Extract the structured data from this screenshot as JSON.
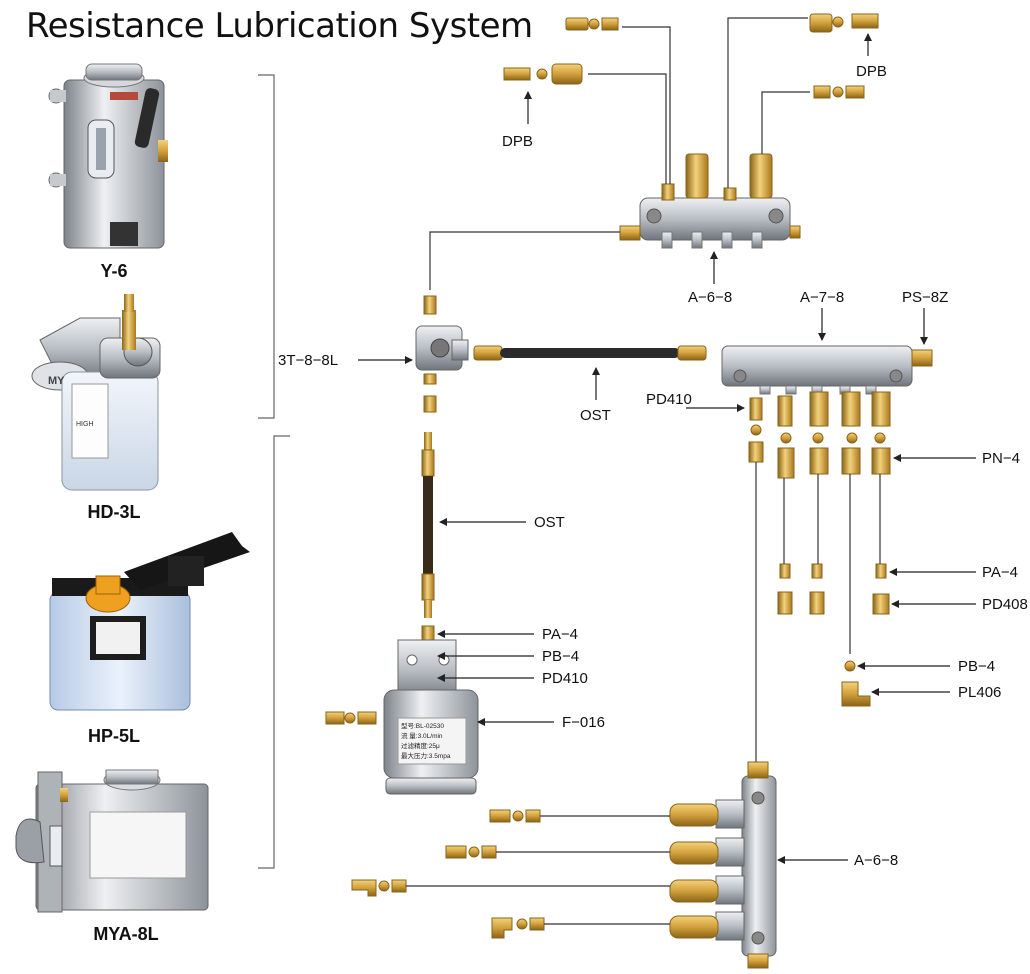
{
  "title": "Resistance Lubrication System",
  "pumps": [
    {
      "id": "y6",
      "label": "Y-6"
    },
    {
      "id": "hd3l",
      "label": "HD-3L",
      "panel_text": [
        "MY",
        "HIGH"
      ]
    },
    {
      "id": "hp5l",
      "label": "HP-5L"
    },
    {
      "id": "mya8l",
      "label": "MYA-8L"
    }
  ],
  "filter_plate": {
    "lines": [
      "型号:BL-02530",
      "流 量:3.0L/min",
      "过滤精度:25μ",
      "最大压力:3.5mpa"
    ]
  },
  "callouts": {
    "dpb_left": "DPB",
    "dpb_right": "DPB",
    "a68_top": "A−6−8",
    "a78": "A−7−8",
    "ps8z": "PS−8Z",
    "tee": "3T−8−8L",
    "ost_horizontal": "OST",
    "pd410_right": "PD410",
    "pn4": "PN−4",
    "ost_vertical": "OST",
    "pa4_right": "PA−4",
    "pd408": "PD408",
    "pb4_right": "PB−4",
    "pl406": "PL406",
    "pa4_filter": "PA−4",
    "pb4_filter": "PB−4",
    "pd410_filter": "PD410",
    "f016": "F−016",
    "a68_bottom": "A−6−8"
  },
  "colors": {
    "brass": "#d2a03c",
    "brass_dark": "#8a6418",
    "steel": "#b9bec4",
    "steel_dark": "#6f757c",
    "line": "#333333"
  }
}
